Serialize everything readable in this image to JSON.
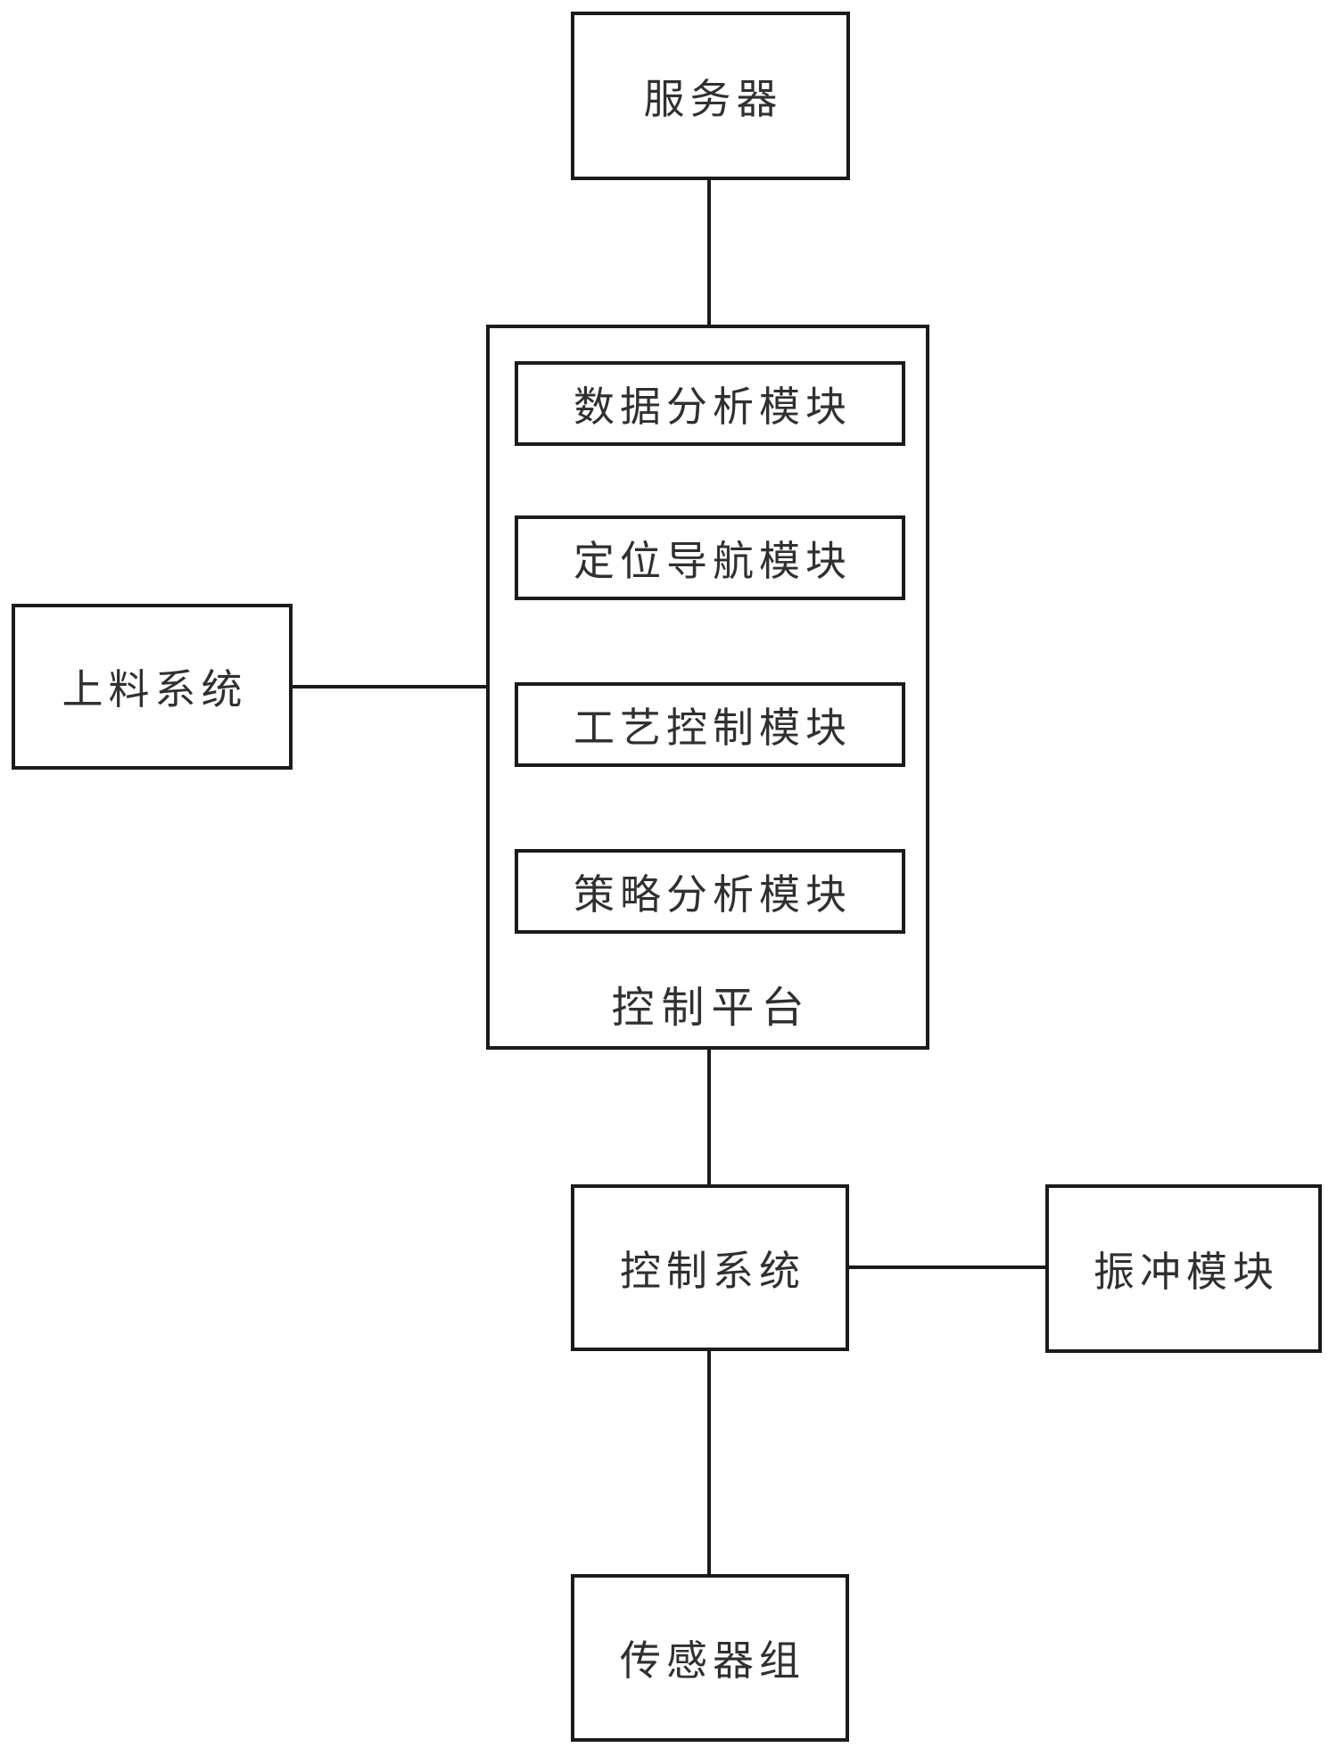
{
  "colors": {
    "background": "#ffffff",
    "line": "#1b1b1b",
    "text": "#303030"
  },
  "nodes": {
    "server": {
      "label": "服务器"
    },
    "control_platform": {
      "label": "控制平台",
      "modules": [
        {
          "label": "数据分析模块"
        },
        {
          "label": "定位导航模块"
        },
        {
          "label": "工艺控制模块"
        },
        {
          "label": "策略分析模块"
        }
      ]
    },
    "feeding_system": {
      "label": "上料系统"
    },
    "control_system": {
      "label": "控制系统"
    },
    "vibration_module": {
      "label": "振冲模块"
    },
    "sensor_group": {
      "label": "传感器组"
    }
  },
  "connectors": [
    {
      "from": "server",
      "to": "control_platform",
      "orientation": "vertical"
    },
    {
      "from": "feeding_system",
      "to": "control_platform",
      "orientation": "horizontal"
    },
    {
      "from": "control_platform",
      "to": "control_system",
      "orientation": "vertical"
    },
    {
      "from": "control_system",
      "to": "vibration_module",
      "orientation": "horizontal"
    },
    {
      "from": "control_system",
      "to": "sensor_group",
      "orientation": "vertical"
    }
  ]
}
